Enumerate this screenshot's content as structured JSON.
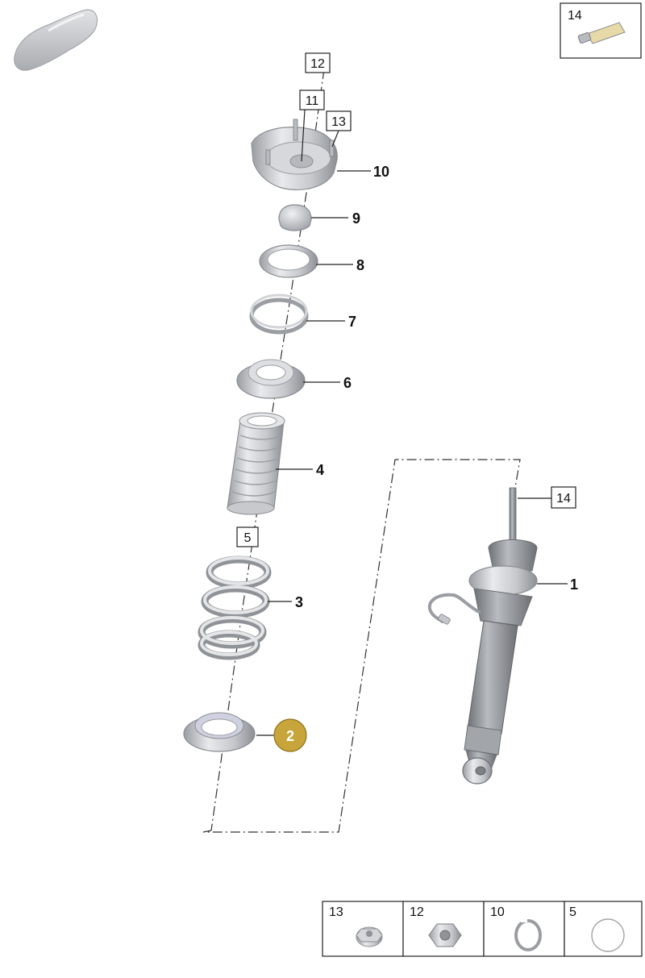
{
  "callouts": {
    "c1": "1",
    "c2": "2",
    "c3": "3",
    "c4": "4",
    "c5": "5",
    "c6": "6",
    "c7": "7",
    "c8": "8",
    "c9": "9",
    "c10": "10",
    "c11": "11",
    "c12": "12",
    "c13": "13",
    "c14_top": "14",
    "c14_strut": "14"
  },
  "fastener_table": [
    {
      "label": "13",
      "icon": "flange-nut-icon"
    },
    {
      "label": "12",
      "icon": "hex-nut-icon"
    },
    {
      "label": "10",
      "icon": "snap-ring-icon"
    },
    {
      "label": "5",
      "icon": "o-ring-icon"
    }
  ],
  "colors": {
    "highlight_callout": "#c8a53a",
    "part_light": "#e6e7e9",
    "part_mid": "#c4c6ca",
    "part_dark": "#8f9297"
  }
}
